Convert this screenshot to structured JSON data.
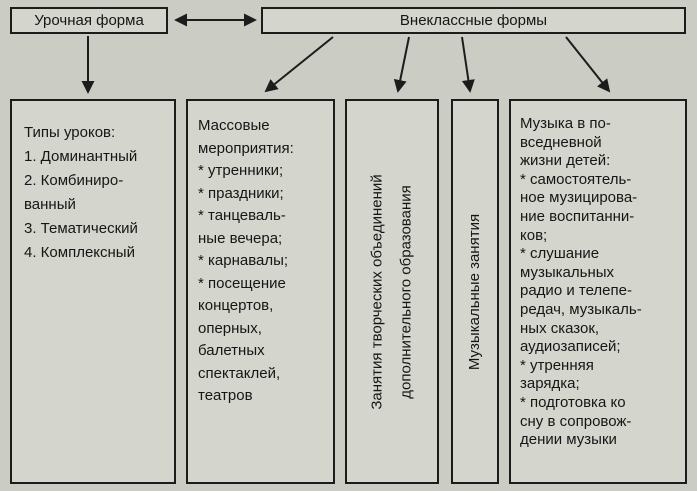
{
  "diagram": {
    "top_boxes": {
      "lesson_form": "Урочная форма",
      "extracurricular_forms": "Внеклассные формы"
    },
    "columns": {
      "lesson_types": {
        "text": "Типы уроков:\n1. Доминантный\n2. Комбиниро-\nванный\n3. Тематический\n4. Комплексный"
      },
      "mass_events": {
        "text": "Массовые\nмероприятия:\n* утренники;\n* праздники;\n* танцеваль-\nные вечера;\n* карнавалы;\n* посещение\nконцертов,\nоперных,\nбалетных\nспектаклей,\nтеатров"
      },
      "creative_associations": {
        "text": "Занятия творческих объединений\nдополнительного образования"
      },
      "music_lessons": {
        "text": "Музыкальные занятия"
      },
      "music_daily_life": {
        "text": "Музыка в по-\nвседневной\nжизни детей:\n* самостоятель-\nное музицирова-\nние воспитанни-\nков;\n* слушание\nмузыкальных\nрадио и телепе-\nредач, музыкаль-\nных сказок,\nаудиозаписей;\n* утренняя\nзарядка;\n* подготовка ко\nсну в сопровож-\nдении музыки"
      }
    },
    "colors": {
      "background": "#cbccc4",
      "box_background": "#d4d5cd",
      "border": "#1c1c1c",
      "text": "#161616"
    }
  }
}
